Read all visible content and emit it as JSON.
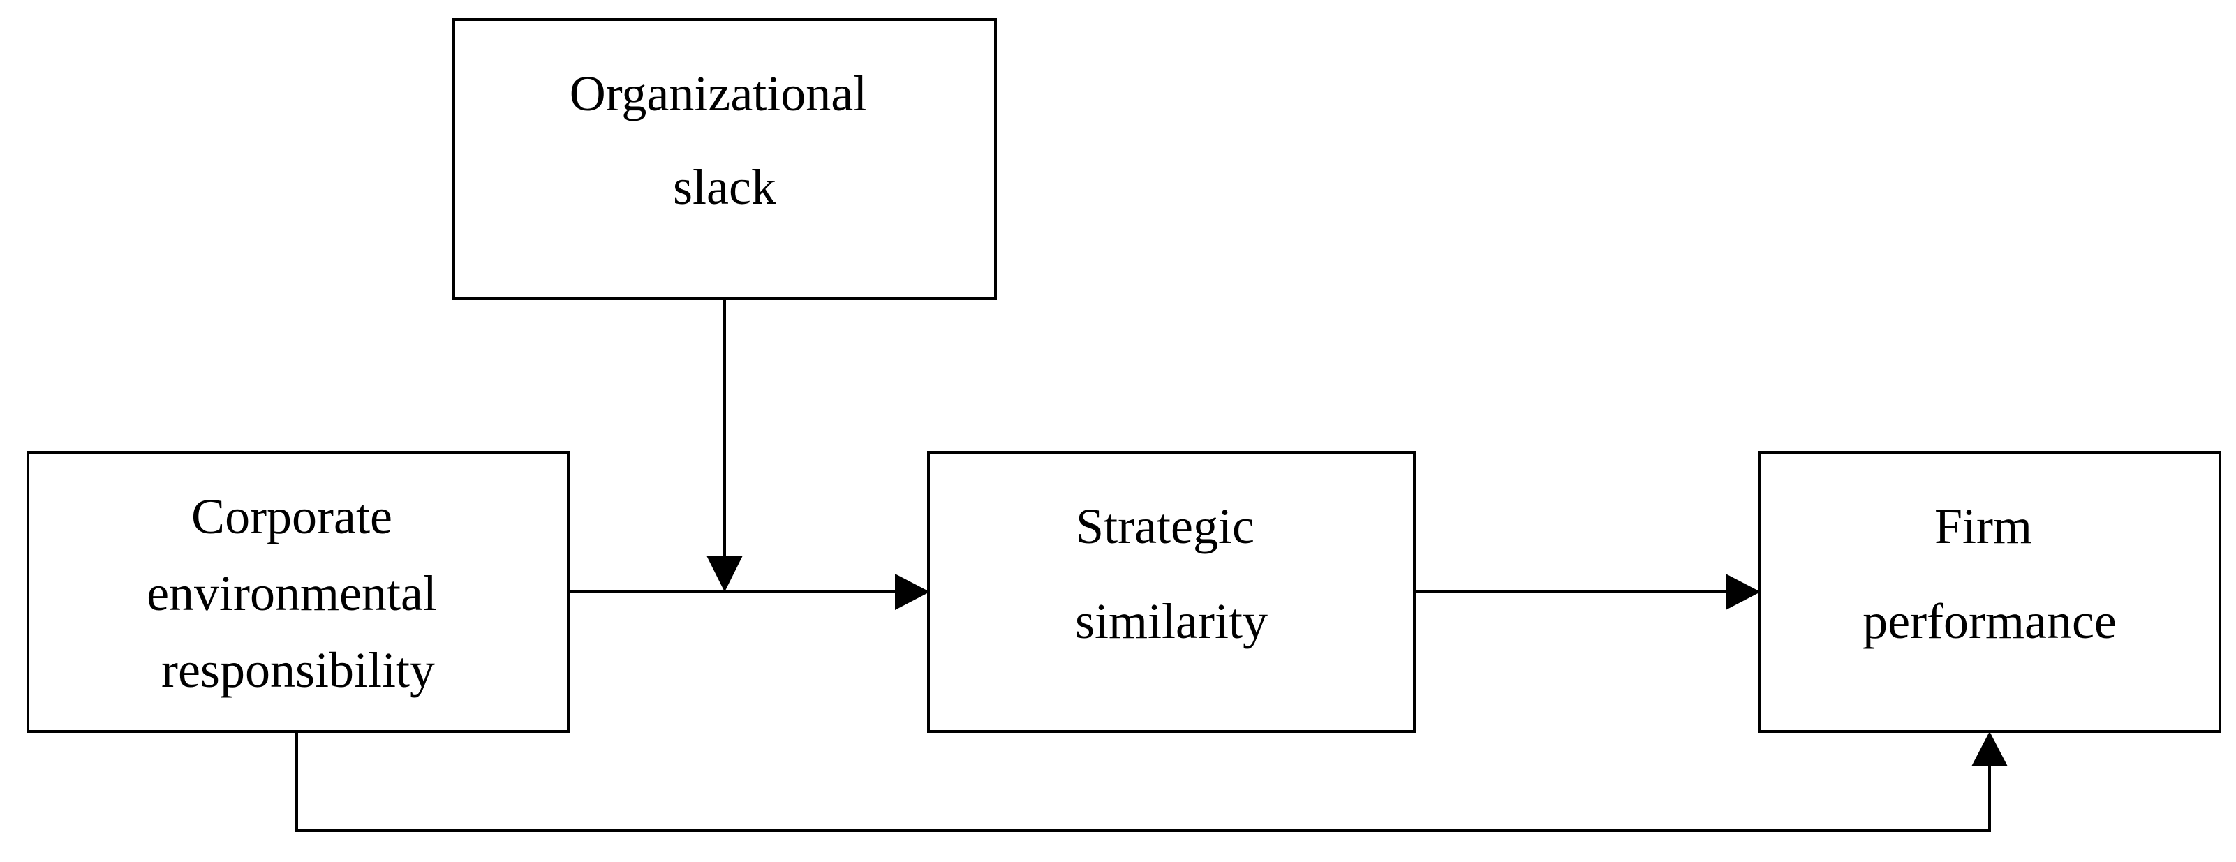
{
  "nodes": {
    "organizational_slack": {
      "lines": [
        "Organizational",
        "slack"
      ]
    },
    "cer": {
      "lines": [
        "Corporate",
        "environmental",
        "responsibility"
      ]
    },
    "strategic_similarity": {
      "lines": [
        "Strategic",
        "similarity"
      ]
    },
    "firm_performance": {
      "lines": [
        "Firm",
        "performance"
      ]
    }
  },
  "edges": [
    {
      "from": "cer",
      "to": "strategic_similarity",
      "kind": "direct"
    },
    {
      "from": "strategic_similarity",
      "to": "firm_performance",
      "kind": "direct"
    },
    {
      "from": "organizational_slack",
      "to": "cer->strategic_similarity",
      "kind": "moderation"
    },
    {
      "from": "cer",
      "to": "firm_performance",
      "kind": "direct"
    }
  ],
  "colors": {
    "stroke": "#000000",
    "background": "#ffffff"
  }
}
